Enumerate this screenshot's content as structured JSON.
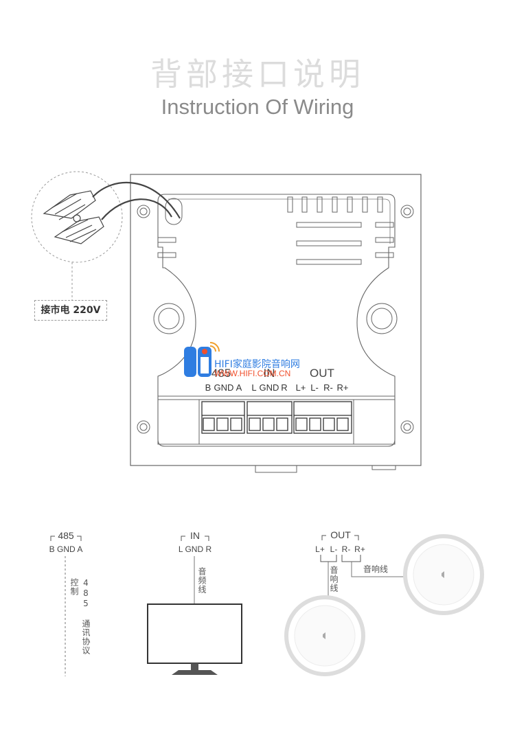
{
  "header": {
    "title_cn": "背部接口说明",
    "title_en": "Instruction Of Wiring"
  },
  "panel": {
    "mains_label": "接市电 220V",
    "group_485": "485",
    "group_in": "IN",
    "group_out": "OUT",
    "terminals": [
      "B",
      "GND",
      "A",
      "L",
      "GND",
      "R",
      "L+",
      "L-",
      "R-",
      "R+"
    ]
  },
  "watermark": {
    "brand": "HIFI家庭影院音响网",
    "url": "WWW.HIFI.COM.CN"
  },
  "wiring": {
    "rs485": {
      "group": "485",
      "pins": "B GND A",
      "note": "485 通讯协议控制"
    },
    "input": {
      "group": "IN",
      "pins": "L GND R",
      "note": "音频线"
    },
    "output": {
      "group": "OUT",
      "pins": [
        "L+",
        "L-",
        "R-",
        "R+"
      ],
      "note_left": "音响线",
      "note_right": "音响线"
    }
  },
  "colors": {
    "line": "#555555",
    "title_cn": "#dcdcdc",
    "title_en": "#8a8a8a",
    "watermark_blue": "#2f7de1",
    "watermark_red": "#f0502d"
  }
}
